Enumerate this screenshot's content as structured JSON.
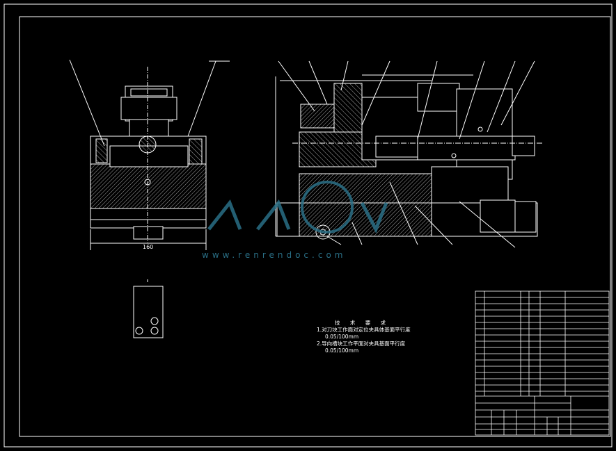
{
  "drawing": {
    "dimension_main_width": "160",
    "watermark_url": "www.renrendoc.com",
    "tech_requirements": {
      "heading": "技 术 要 求",
      "items": [
        "1.对刀块工作面对定位夹具体基面平行度",
        "0.05/100mm",
        "2.导向槽块工作平面对夹具基面平行度",
        "0.05/100mm"
      ]
    },
    "colors": {
      "background": "#000000",
      "lines": "#ffffff",
      "hatch": "#d0d0d0",
      "watermark": "#2a6f86"
    }
  }
}
